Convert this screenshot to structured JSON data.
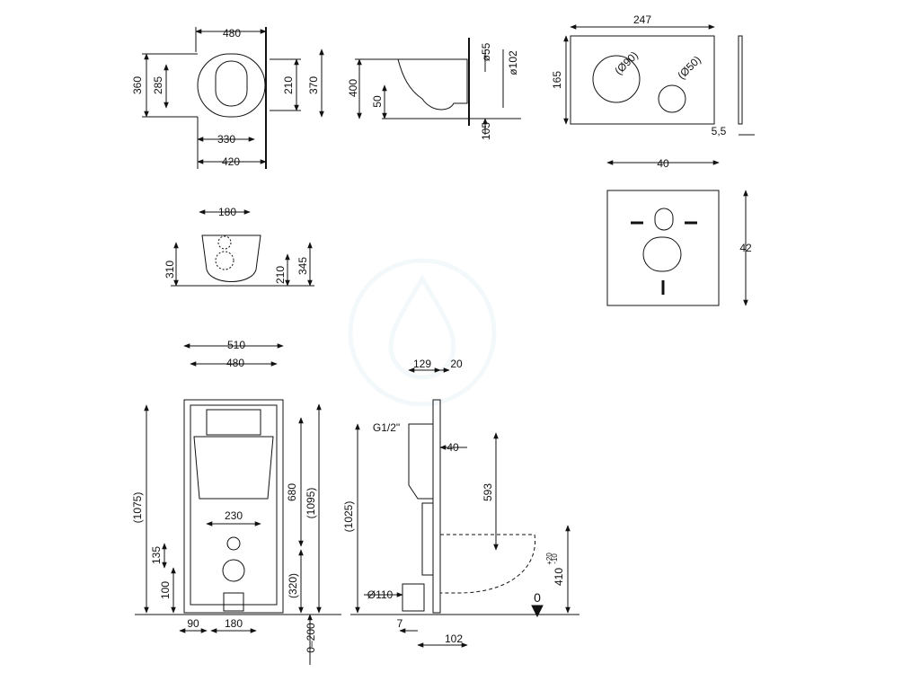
{
  "wc_top": {
    "w480": "480",
    "w285": "285",
    "w360": "360",
    "w210": "210",
    "w370": "370",
    "w330": "330",
    "w420": "420"
  },
  "wc_side": {
    "d55": "ø55",
    "d102": "ø102",
    "h400": "400",
    "h50": "50",
    "h105": "105"
  },
  "plate": {
    "w247": "247",
    "h165": "165",
    "d90": "(Ø90)",
    "d50": "(Ø50)",
    "t55": "5,5"
  },
  "pad": {
    "w40": "40",
    "h42": "42"
  },
  "wc_back": {
    "w180": "180",
    "h310": "310",
    "h210": "210",
    "h345": "345"
  },
  "frame_front": {
    "w510": "510",
    "w480": "480",
    "h1075": "(1075)",
    "h680": "680",
    "h1095": "(1095)",
    "w230": "230",
    "h135": "135",
    "h100": "100",
    "h320": "(320)",
    "w90": "90",
    "w180": "180",
    "h0200": "0–200"
  },
  "frame_side": {
    "w129": "129",
    "w20": "20",
    "g12": "G1/2\"",
    "w40": "40",
    "h1025": "(1025)",
    "h593": "593",
    "d110": "Ø110",
    "w7": "7",
    "w102": "102",
    "zero": "0",
    "h410": "410",
    "tol_plus": "+20",
    "tol_minus": "-10"
  }
}
